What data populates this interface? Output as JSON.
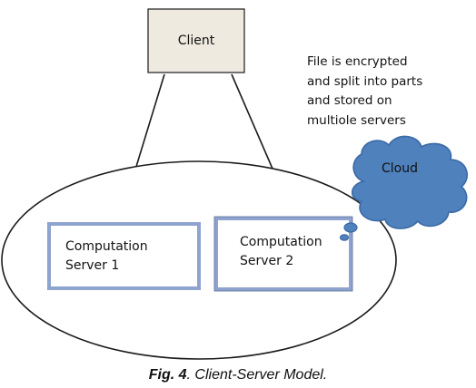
{
  "client": {
    "label": "Client"
  },
  "note": {
    "lines": [
      "File is encrypted",
      "and split into parts",
      "and stored on",
      "multiole servers"
    ]
  },
  "cloud": {
    "label": "Cloud"
  },
  "servers": [
    {
      "line1": "Computation",
      "line2": "Server 1"
    },
    {
      "line1": "Computation",
      "line2": "Server 2"
    }
  ],
  "caption": {
    "figure": "Fig. 4",
    "text": ". Client-Server Model."
  },
  "colors": {
    "client_fill": "#eeeae0",
    "server_border": "#8ea3cf",
    "cloud_fill": "#4f81bd",
    "cloud_stroke": "#3a6aa5",
    "line": "#1a1a1a"
  }
}
